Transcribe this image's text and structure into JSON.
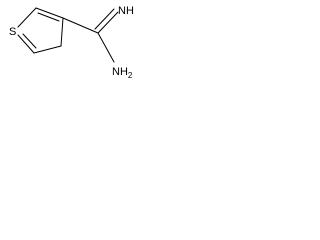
{
  "molecule": {
    "atoms": {
      "ring_heteroatom": "S",
      "imine_group": "NH",
      "amine_group": {
        "symbol": "NH",
        "subscript": "2"
      }
    }
  },
  "colors": {
    "bond": "#000000",
    "label": "#000000",
    "background": "#ffffff"
  }
}
